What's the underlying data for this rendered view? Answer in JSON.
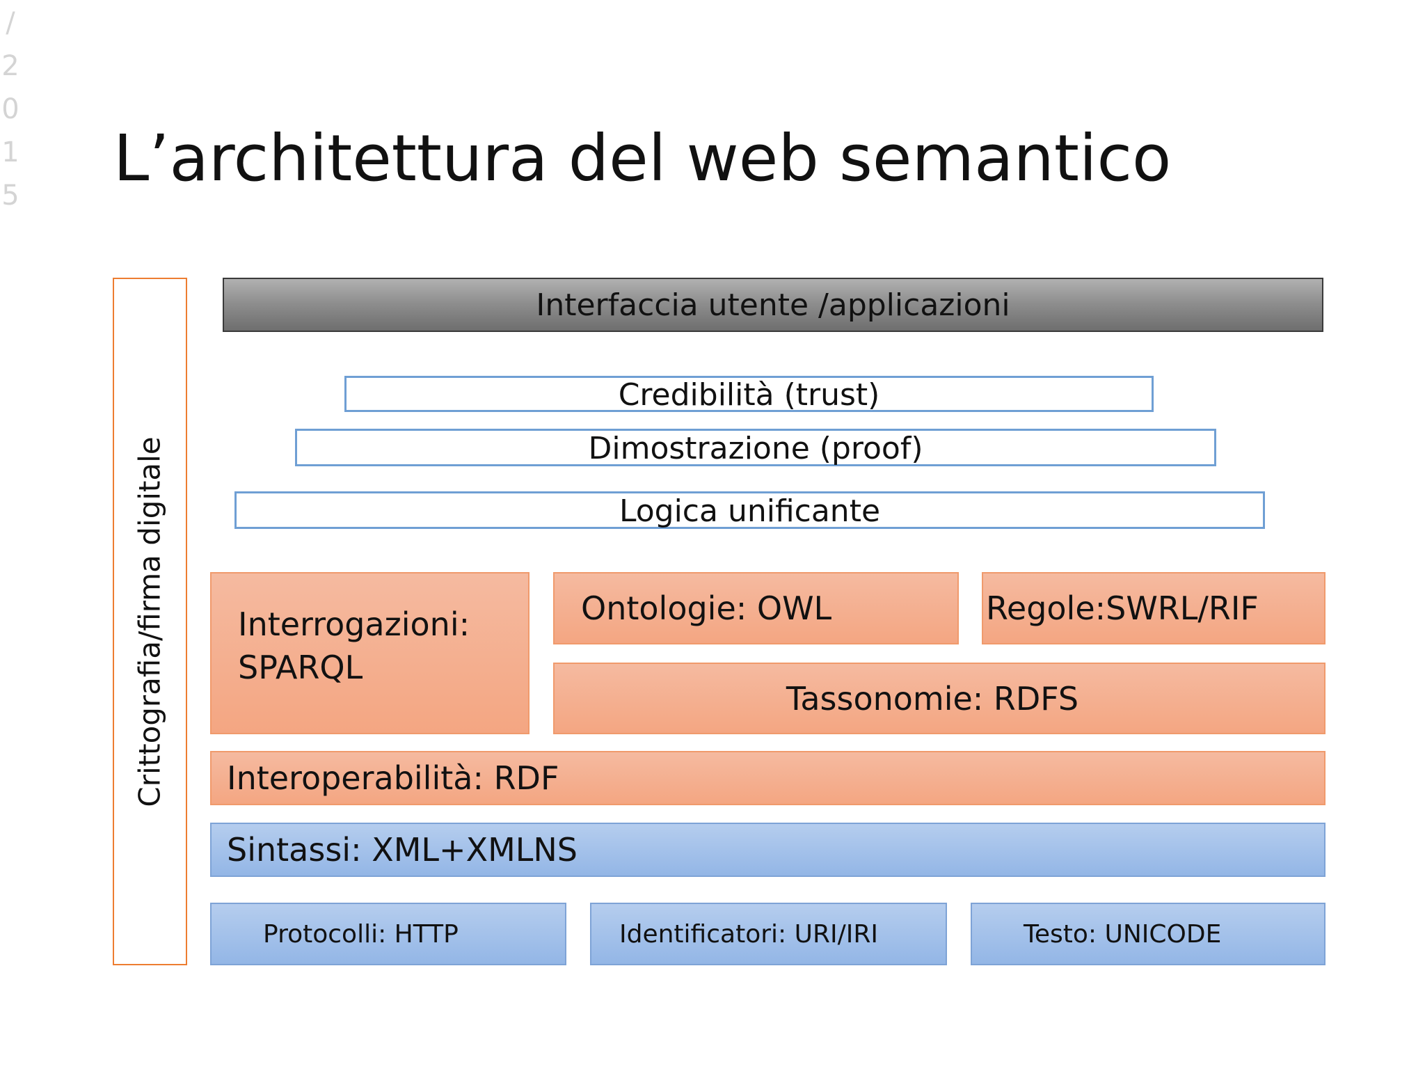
{
  "slide": {
    "year_digits": [
      "/",
      "2",
      "0",
      "1",
      "5"
    ],
    "title": "L’architettura del web semantico"
  },
  "diagram": {
    "side_label": "Crittografia/firma digitale",
    "ui_layer": "Interfaccia utente /applicazioni",
    "trust": "Credibilità (trust)",
    "proof": "Dimostrazione (proof)",
    "logic": "Logica unificante",
    "query_line1": "Interrogazioni:",
    "query_line2": "SPARQL",
    "ontology": "Ontologie: OWL",
    "rules": "Regole:SWRL/RIF",
    "taxonomy": "Tassonomie: RDFS",
    "interop": "Interoperabilità: RDF",
    "syntax": "Sintassi: XML+XMLNS",
    "protocols": "Protocolli: HTTP",
    "identifiers": "Identificatori: URI/IRI",
    "text": "Testo: UNICODE"
  },
  "colors": {
    "orange_fill": "#f4a682",
    "orange_border": "#f09a6c",
    "blue_fill": "#93b6e6",
    "blue_outline": "#6f9fd4",
    "gray_bar": "#8f8f8f",
    "side_border": "#ed7d31"
  }
}
